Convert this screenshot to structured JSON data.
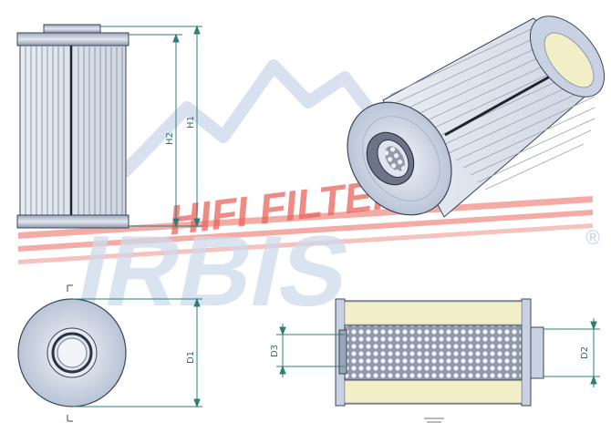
{
  "watermark": {
    "line1": "HIFI FILTER",
    "line2": "IRBIS",
    "registered": "®",
    "colors": {
      "red": "#e8534a",
      "blue": "#c9d6ea"
    }
  },
  "labels": {
    "h1": "H1",
    "h2": "H2",
    "d1": "D1",
    "d2": "D2",
    "d3": "D3"
  },
  "colors": {
    "dimension_line": "#2b7f76",
    "outline": "#3b4658",
    "metal": "#c8d2e2",
    "fold": "#8e97a8",
    "dark_stripe": "#1e2430",
    "yellow": "#f2efc8"
  }
}
